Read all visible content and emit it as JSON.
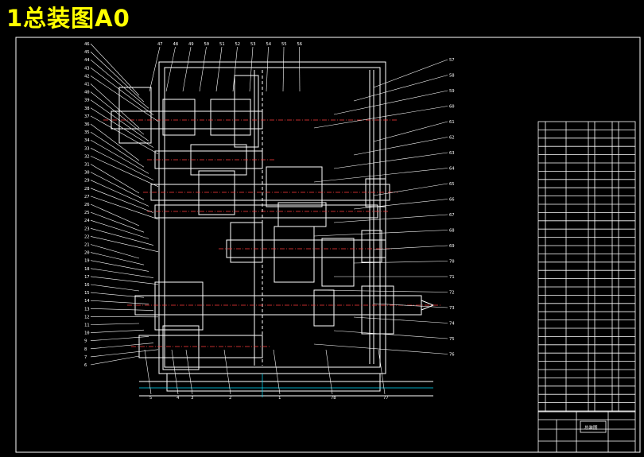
{
  "title": "1总装图A0",
  "colors": {
    "background": "#000000",
    "title": "#ffff00",
    "line": "#ffffff",
    "axis": "#ff3b3b",
    "accent": "#00e0ff"
  },
  "drawing": {
    "left_callouts": [
      "46",
      "45",
      "44",
      "43",
      "42",
      "41",
      "40",
      "39",
      "38",
      "37",
      "36",
      "35",
      "34",
      "33",
      "32",
      "31",
      "30",
      "29",
      "28",
      "27",
      "26",
      "25",
      "24",
      "23",
      "22",
      "21",
      "20",
      "19",
      "18",
      "17",
      "16",
      "15",
      "14",
      "13",
      "12",
      "11",
      "10",
      "9",
      "8",
      "7",
      "6"
    ],
    "top_callouts": [
      "47",
      "48",
      "49",
      "50",
      "51",
      "52",
      "53",
      "54",
      "55",
      "56"
    ],
    "right_callouts": [
      "57",
      "58",
      "59",
      "60",
      "61",
      "62",
      "63",
      "64",
      "65",
      "66",
      "67",
      "68",
      "69",
      "70",
      "71",
      "72",
      "73",
      "74",
      "75",
      "76"
    ],
    "bottom_callouts": [
      "5",
      "4",
      "3",
      "2",
      "1",
      "78",
      "77"
    ]
  },
  "title_block": {
    "drawing_name": "总装图"
  }
}
